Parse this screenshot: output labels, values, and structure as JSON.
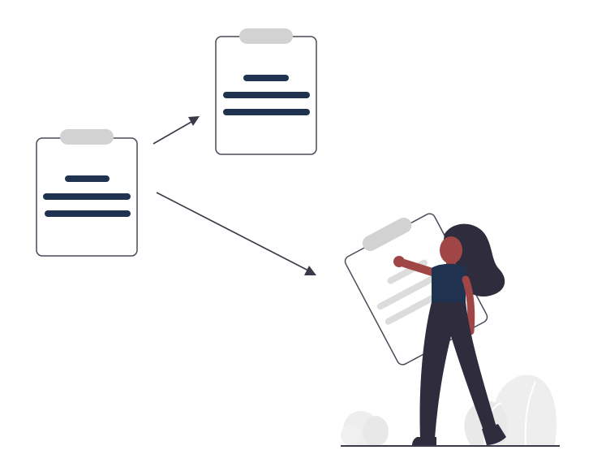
{
  "illustration": {
    "subject": "woman-holding-clipboard",
    "clipboards": [
      {
        "id": "left-clipboard",
        "lines": 3
      },
      {
        "id": "top-clipboard",
        "lines": 3
      },
      {
        "id": "held-clipboard",
        "lines": 3
      }
    ],
    "arrows": [
      "arrow-to-top-clipboard",
      "arrow-to-woman"
    ],
    "colors": {
      "background": "#ffffff",
      "navy": "#1f3350",
      "outline": "#4a4a5a",
      "clip_gray": "#d2d2d2",
      "light_line": "#dcdcdc",
      "skin": "#a14646",
      "hair_pants": "#2f2c3d",
      "leaf": "#eeeeee",
      "ground": "#3a3a48"
    }
  }
}
